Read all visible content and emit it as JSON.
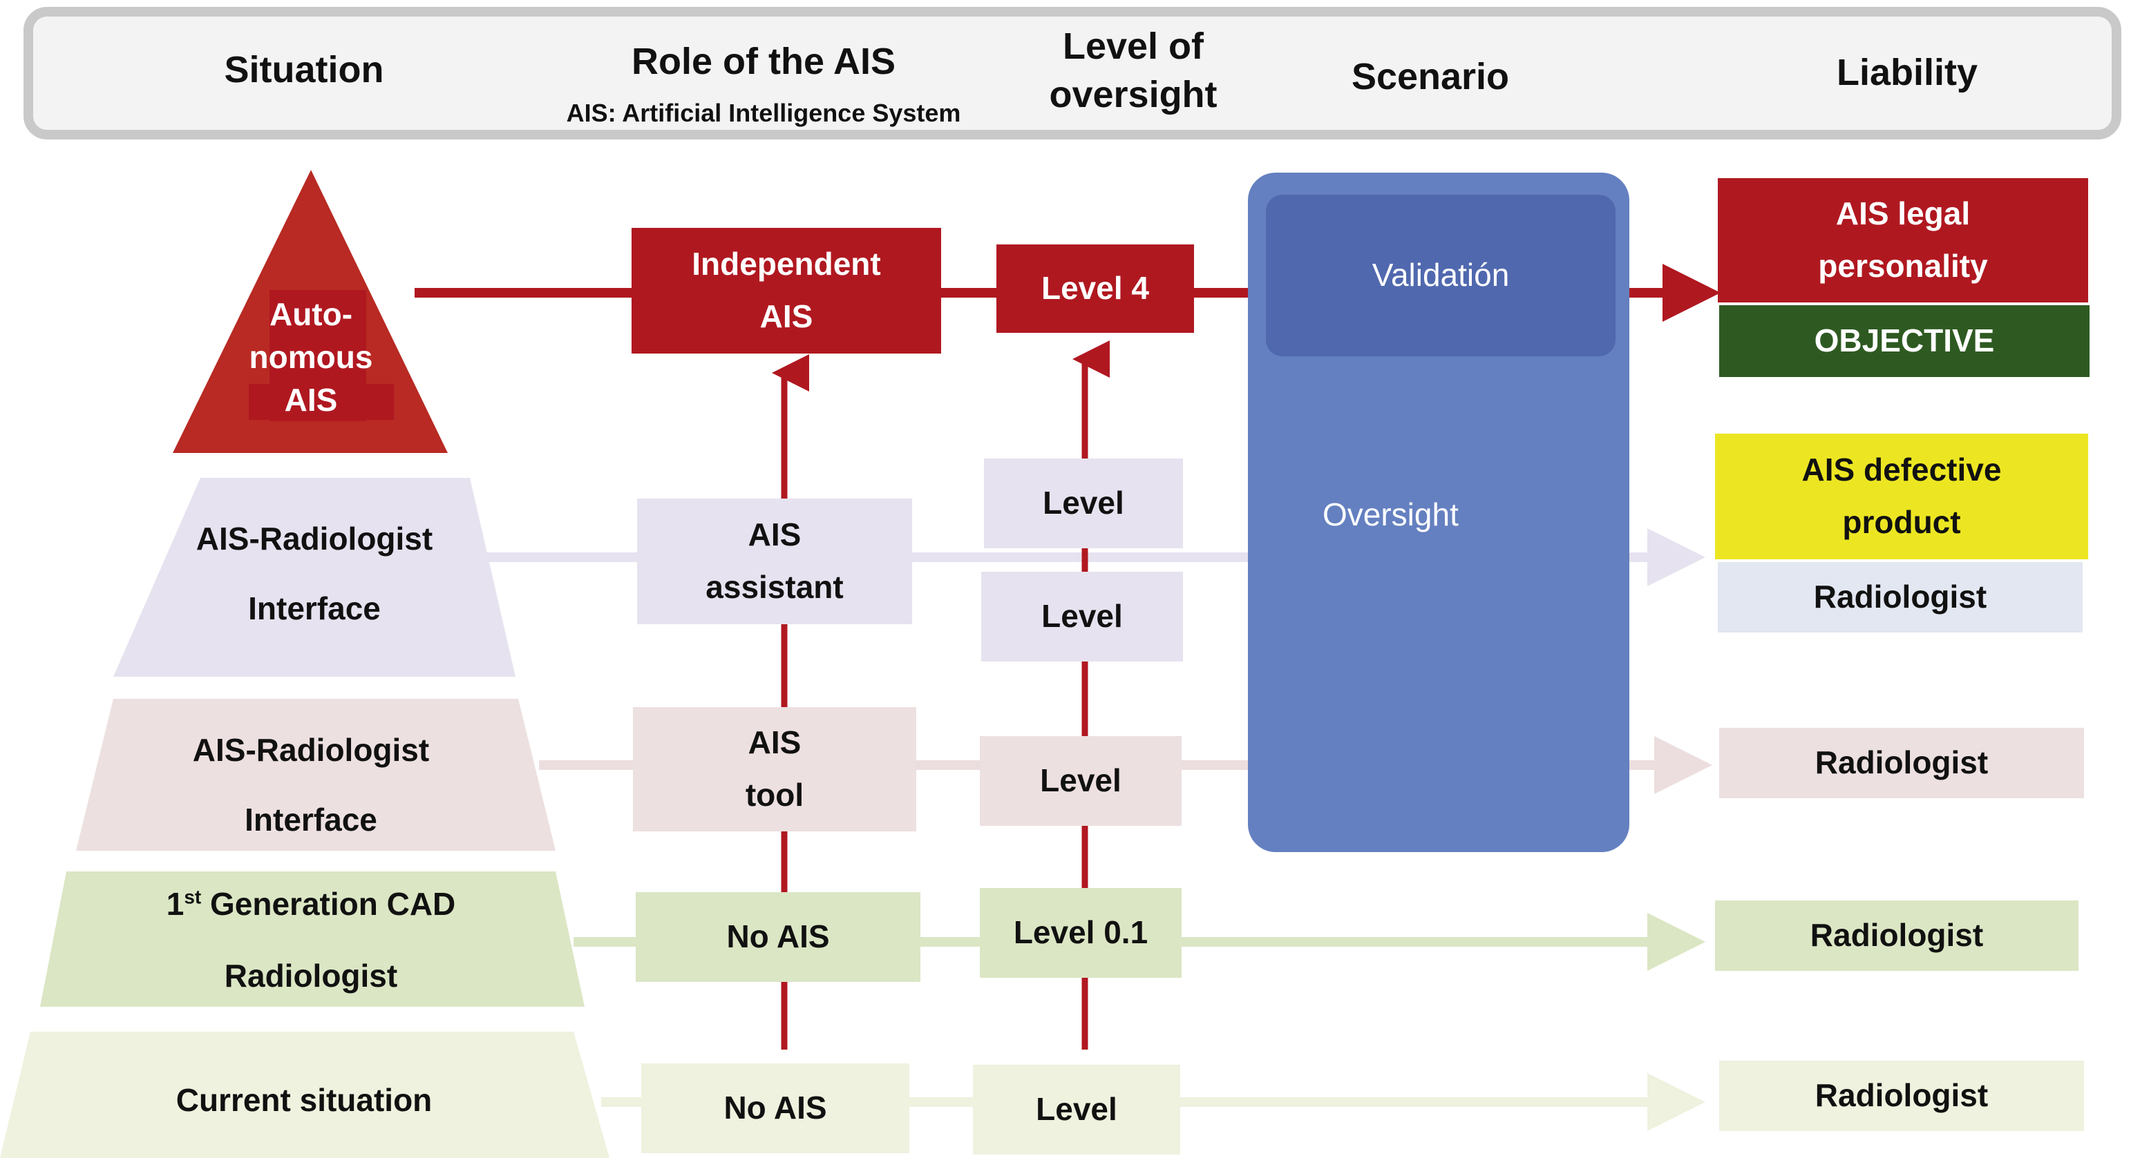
{
  "header": {
    "situation": "Situation",
    "role": "Role of the AIS",
    "role_sub": "AIS: Artificial Intelligence System",
    "oversight": "Level of\noversight",
    "scenario": "Scenario",
    "liability": "Liability"
  },
  "situations": {
    "autonomous": "Auto-\nnomous\nAIS",
    "interface_assistant": "AIS-Radiologist\nInterface",
    "interface_tool": "AIS-Radiologist\nInterface",
    "cad_line1_prefix": "1",
    "cad_line1_sup": "st",
    "cad_line1_rest": " Generation CAD",
    "cad_line2": "Radiologist",
    "current": "Current situation"
  },
  "roles": {
    "independent": "Independent\nAIS",
    "assistant": "AIS\nassistant",
    "tool": "AIS\ntool",
    "no_ais_cad": "No AIS",
    "no_ais_current": "No AIS"
  },
  "levels": {
    "level4": "Level 4",
    "level_a": "Level",
    "level_b": "Level",
    "level_c": "Level",
    "level01": "Level 0.1",
    "level_d": "Level"
  },
  "scenario": {
    "validation": "Validatión",
    "oversight": "Oversight"
  },
  "liability": {
    "legal": "AIS legal\npersonality",
    "objective": "OBJECTIVE",
    "defective": "AIS defective\nproduct",
    "radiologist_1": "Radiologist",
    "radiologist_2": "Radiologist",
    "radiologist_3": "Radiologist",
    "radiologist_4": "Radiologist"
  },
  "colors": {
    "red": "#b01820",
    "dark_red": "#a3171d",
    "lavender": "#e6e2ef",
    "pink": "#ede0e0",
    "green": "#dbe6c4",
    "light_green": "#eef2de",
    "blue": "#6480c0",
    "blue_dark": "#5068ae",
    "dark_green": "#2e5a22",
    "yellow": "#ece622",
    "pale_blue": "#e2e7f1"
  }
}
